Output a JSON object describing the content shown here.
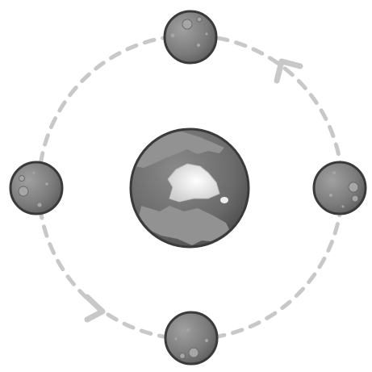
{
  "diagram": {
    "type": "orbit-illustration",
    "central_body": "earth-globe",
    "orbiting_bodies": [
      "moon-top",
      "moon-right",
      "moon-bottom",
      "moon-left"
    ],
    "orbit_style": "dashed-circle",
    "direction_arrows": 2,
    "colors": {
      "background": "#ffffff",
      "orbit_line": "#c8c8c8",
      "earth_ocean": "#6e6e6e",
      "earth_land": "#8f8f8f",
      "earth_ice": "#f2f2f2",
      "earth_outline": "#3a3a3a",
      "moon_fill": "#7d7d7d",
      "moon_outline": "#3a3a3a",
      "moon_crater": "#a6a6a6"
    }
  }
}
